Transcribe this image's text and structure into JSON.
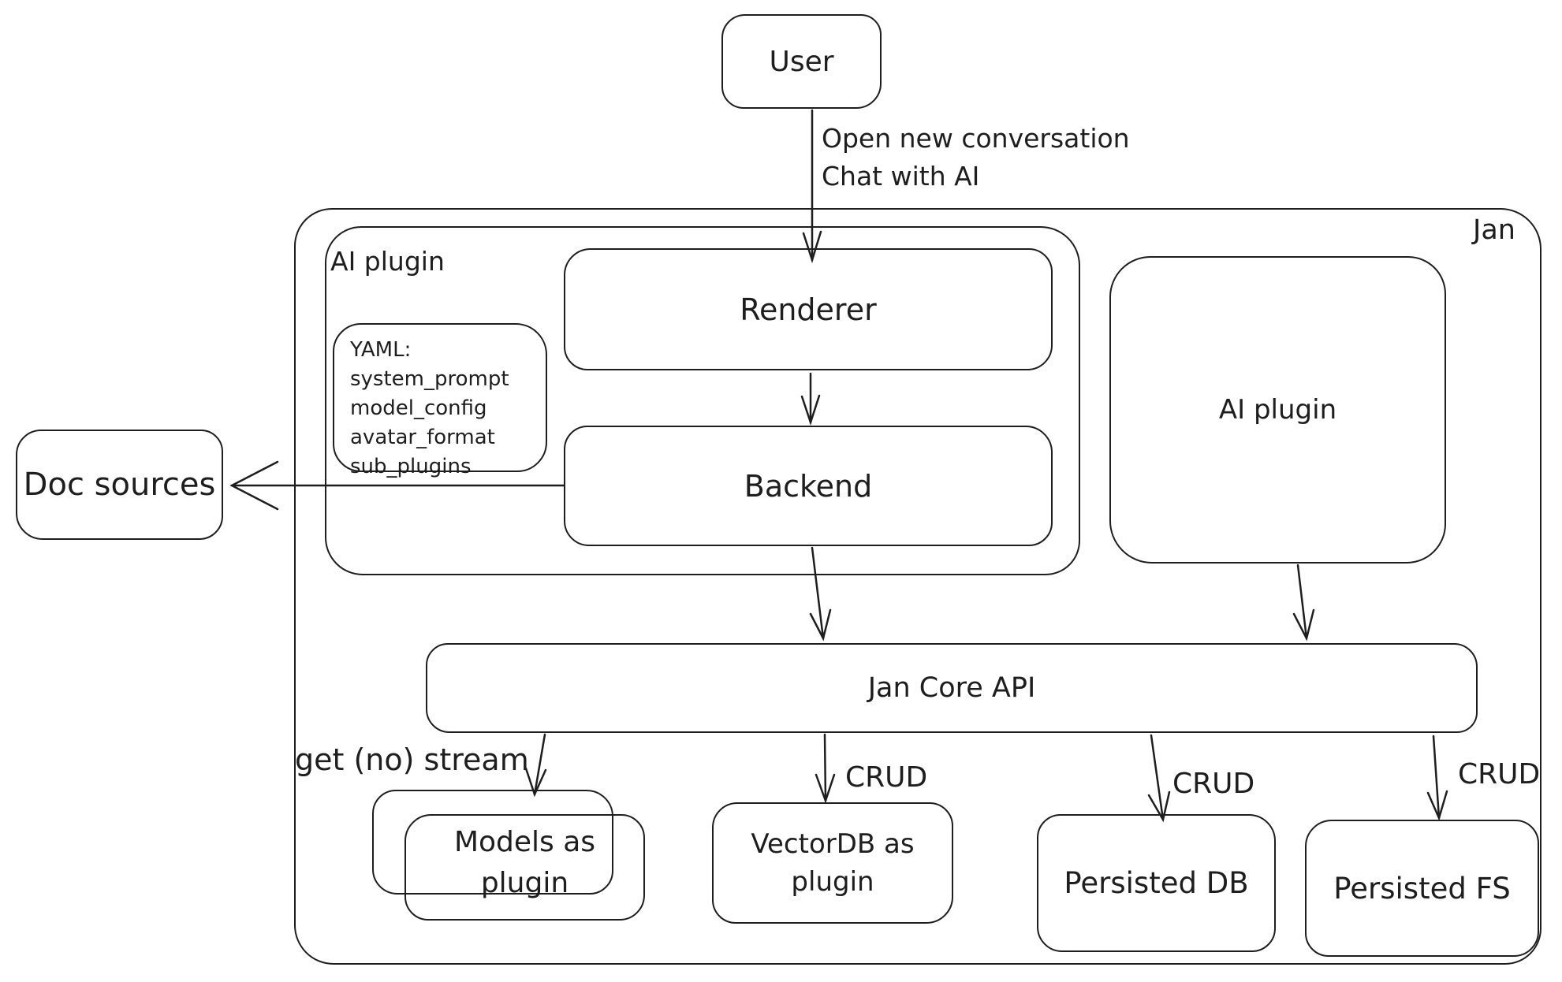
{
  "diagram": {
    "title_region": {
      "jan_label": "Jan"
    },
    "nodes": {
      "user": "User",
      "renderer": "Renderer",
      "backend": "Backend",
      "ai_plugin_container": "AI plugin",
      "ai_plugin_box": "AI plugin",
      "doc_sources": "Doc sources",
      "jan_core_api": "Jan Core API",
      "models_line1": "Models as",
      "models_line2": "plugin",
      "vectordb_line1": "VectorDB as",
      "vectordb_line2": "plugin",
      "persisted_db": "Persisted DB",
      "persisted_fs": "Persisted FS"
    },
    "yaml_note": {
      "title": "YAML:",
      "lines": [
        "system_prompt",
        "model_config",
        "avatar_format",
        "sub_plugins"
      ]
    },
    "edge_labels": {
      "user_edge_line1": "Open new conversation",
      "user_edge_line2": "Chat with AI",
      "get_no_stream": "get (no) stream",
      "crud": "CRUD"
    },
    "colors": {
      "stroke": "#1e1e1e",
      "background": "#ffffff"
    }
  }
}
